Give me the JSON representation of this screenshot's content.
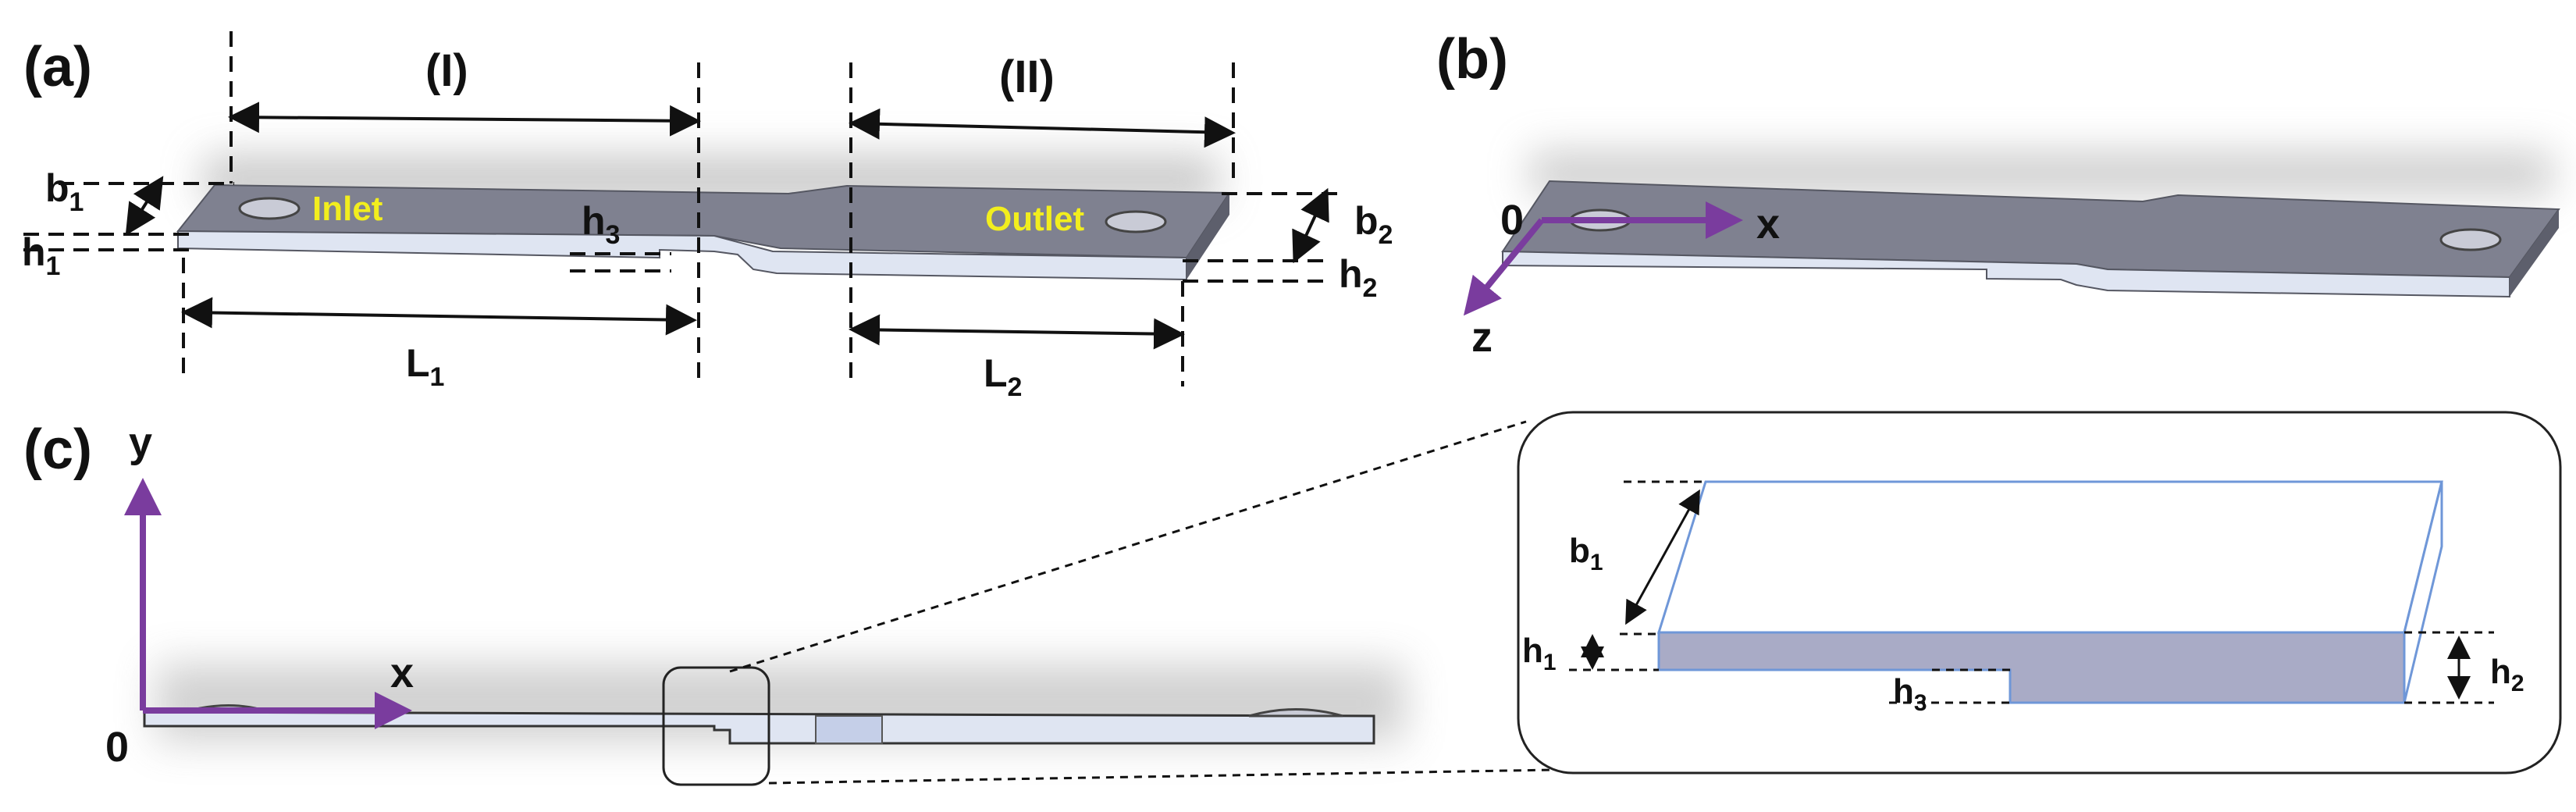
{
  "panels": {
    "a": "(a)",
    "b": "(b)",
    "c": "(c)"
  },
  "sections": {
    "one": "(I)",
    "two": "(II)"
  },
  "labels": {
    "inlet": "Inlet",
    "outlet": "Outlet"
  },
  "dims": {
    "b1": {
      "main": "b",
      "sub": "1"
    },
    "b2": {
      "main": "b",
      "sub": "2"
    },
    "h1": {
      "main": "h",
      "sub": "1"
    },
    "h2": {
      "main": "h",
      "sub": "2"
    },
    "h3": {
      "main": "h",
      "sub": "3"
    },
    "L1": {
      "main": "L",
      "sub": "1"
    },
    "L2": {
      "main": "L",
      "sub": "2"
    }
  },
  "axes": {
    "x": "x",
    "y": "y",
    "z": "z",
    "origin": "0"
  },
  "colors": {
    "channel_top": "#7f8190",
    "channel_side": "#dfe5f2",
    "axis": "#7a3c9e",
    "io_text": "#f2ee1e",
    "inset_face": "#a9abc6",
    "inset_edge": "#6f97d8"
  }
}
